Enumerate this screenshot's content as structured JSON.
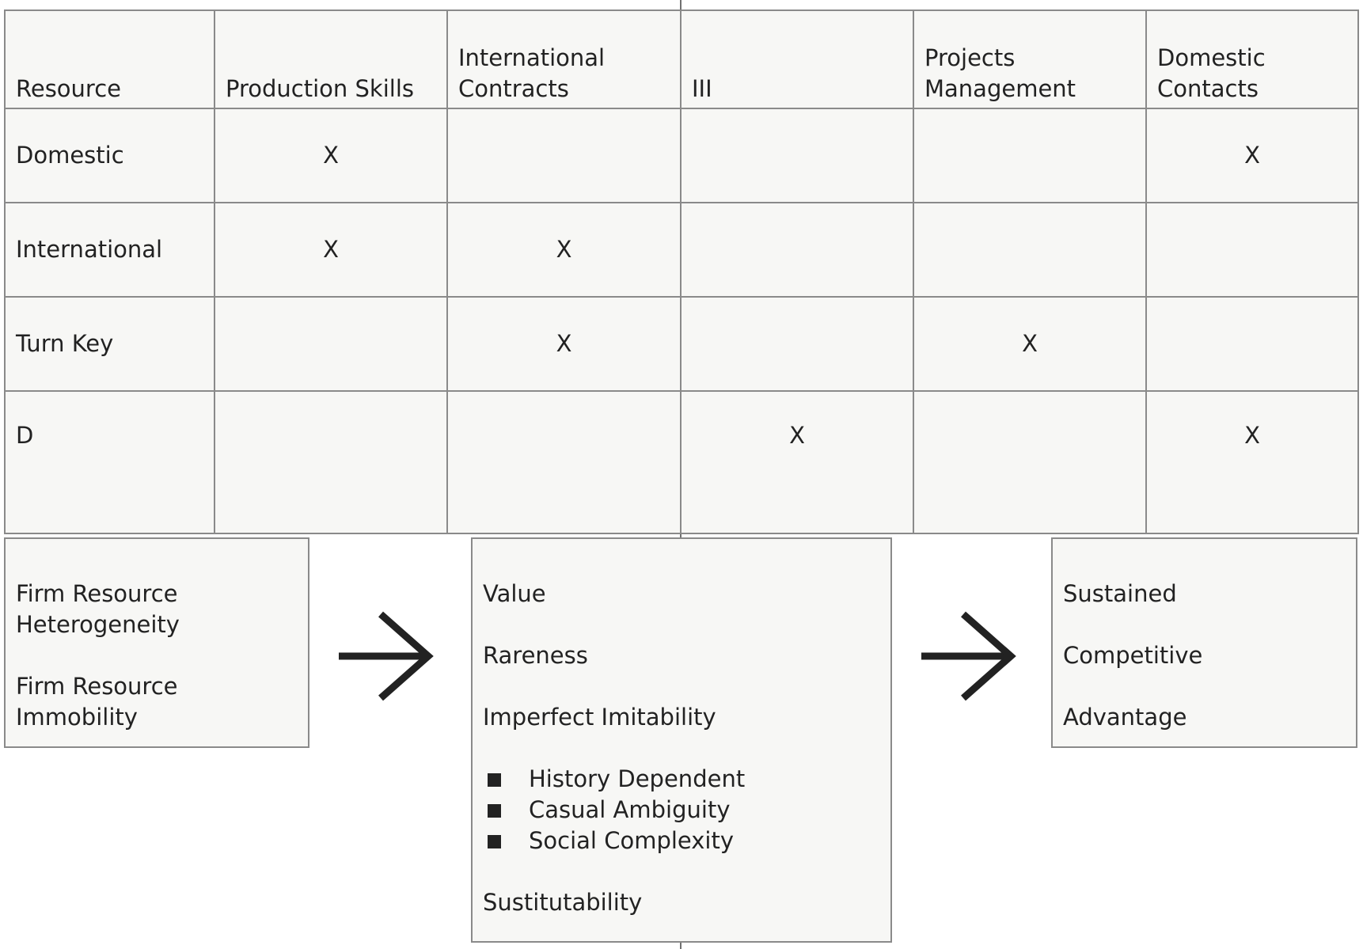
{
  "table": {
    "headers": [
      "Resource",
      "Production Skills",
      "International Contracts",
      "III",
      "Projects Management",
      "Domestic Contacts"
    ],
    "rows": [
      {
        "label": "Domestic",
        "cells": [
          "X",
          "",
          "",
          "",
          "X"
        ]
      },
      {
        "label": "International",
        "cells": [
          "X",
          "X",
          "",
          "",
          ""
        ]
      },
      {
        "label": "Turn Key",
        "cells": [
          "",
          "X",
          "",
          "X",
          ""
        ]
      },
      {
        "label": "D",
        "cells": [
          "",
          "",
          "X",
          "",
          "X"
        ]
      }
    ]
  },
  "diagram": {
    "left_box": {
      "item1": "Firm Resource Heterogeneity",
      "item2": "Firm Resource Immobility"
    },
    "middle_box": {
      "value": "Value",
      "rareness": "Rareness",
      "imitability": "Imperfect Imitability",
      "bullets": [
        "History Dependent",
        "Casual Ambiguity",
        "Social Complexity"
      ],
      "substitutability": "Sustitutability"
    },
    "right_box": {
      "line1": "Sustained",
      "line2": "Competitive",
      "line3": "Advantage"
    },
    "arrows": [
      "right-arrow",
      "right-arrow"
    ]
  },
  "colors": {
    "background": "#ffffff",
    "cell_fill": "#f7f7f5",
    "border": "#8a8a8a",
    "text": "#222222"
  }
}
